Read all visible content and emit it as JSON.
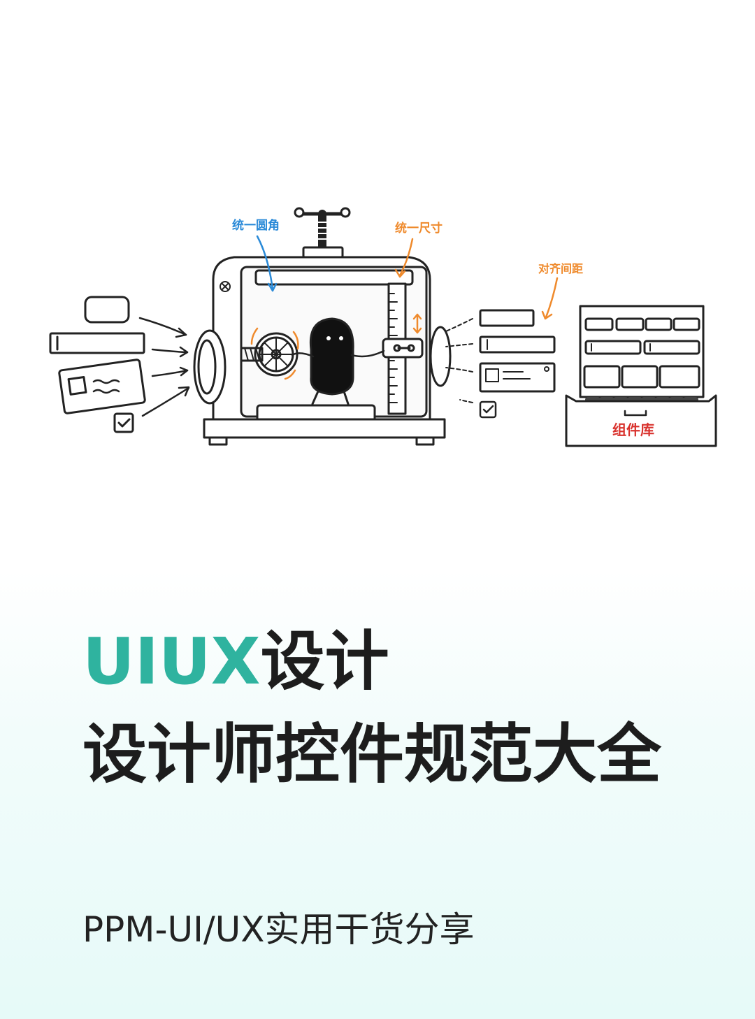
{
  "illustration": {
    "label_corner": "统一圆角",
    "label_size": "统一尺寸",
    "label_spacing": "对齐间距",
    "label_library": "组件库",
    "colors": {
      "blue": "#2a8ad8",
      "orange": "#ef8a2c",
      "red": "#d9332e",
      "ink": "#222222"
    }
  },
  "title": {
    "accent": "UIUX",
    "line1_rest": "设计",
    "line2": "设计师控件规范大全",
    "accent_color": "#2fb39f"
  },
  "subtitle": "PPM-UI/UX实用干货分享"
}
